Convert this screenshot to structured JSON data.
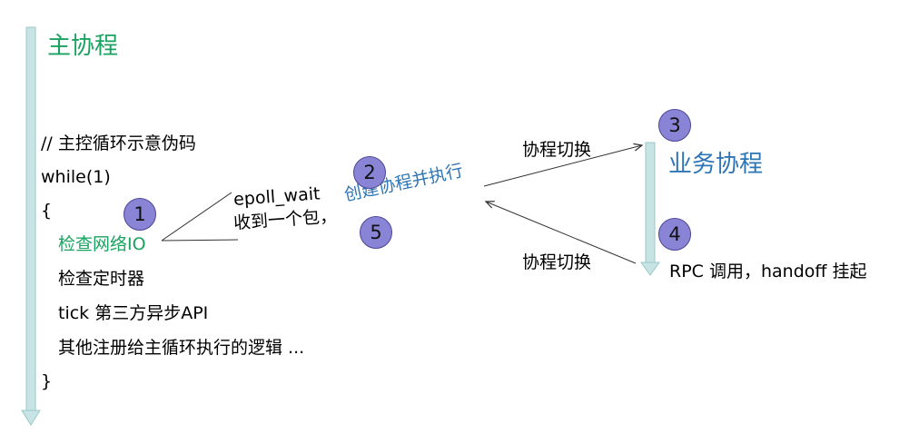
{
  "main": {
    "title": "主协程",
    "code_lines": [
      "// 主控循环示意伪码",
      "while(1)",
      "{",
      "检查网络IO",
      "检查定时器",
      "tick 第三方异步API",
      "其他注册给主循环执行的逻辑 ...",
      "}"
    ]
  },
  "worker": {
    "title": "业务协程",
    "rpc_label": "RPC 调用，handoff 挂起"
  },
  "labels": {
    "epoll_line1": "epoll_wait",
    "epoll_line2": "收到一个包，",
    "create": "创建协程并执行",
    "switch_top": "协程切换",
    "switch_bottom": "协程切换"
  },
  "steps": [
    "1",
    "2",
    "3",
    "4",
    "5"
  ],
  "colors": {
    "main_accent": "#1aa260",
    "worker_accent": "#2e75b6",
    "step_fill": "#8a84d6",
    "timeline": "#c7e3e3"
  }
}
